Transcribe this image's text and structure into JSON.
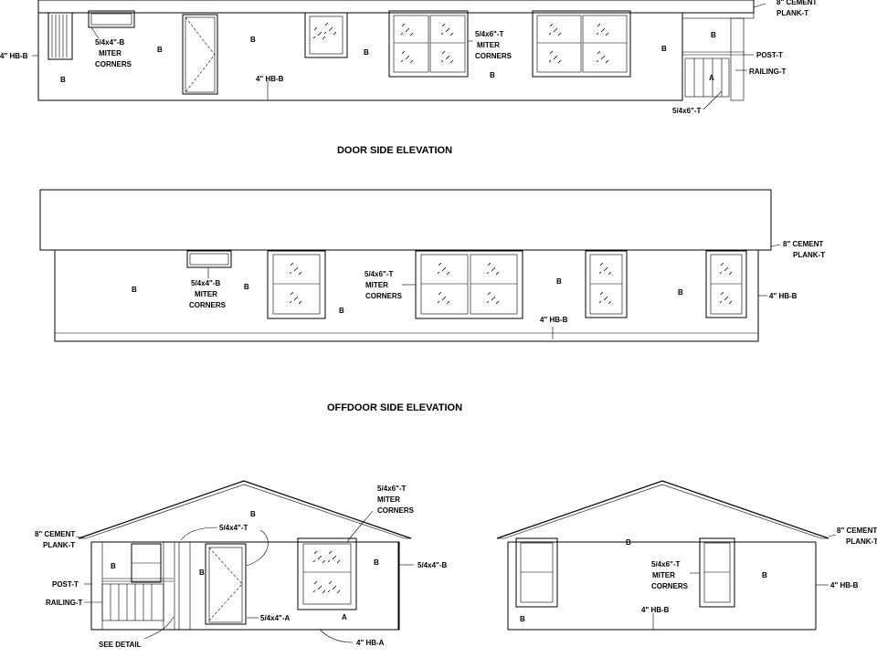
{
  "titles": {
    "door_side": "DOOR SIDE ELEVATION",
    "offdoor_side": "OFFDOOR SIDE ELEVATION"
  },
  "labels": {
    "b": "B",
    "a": "A",
    "hb_b": "4\" HB-B",
    "hb_a": "4\" HB-A",
    "cement_l1": "8\" CEMENT",
    "plank_t": "PLANK-T",
    "miter": "MITER",
    "corners": "CORNERS",
    "trim_544b": "5/4x4\"-B",
    "trim_546t": "5/4x6\"-T",
    "trim_544t": "5/4x4\"-T",
    "trim_544a": "5/4x4\"-A",
    "post_t": "POST-T",
    "railing_t": "RAILING-T",
    "see_detail": "SEE DETAIL"
  }
}
